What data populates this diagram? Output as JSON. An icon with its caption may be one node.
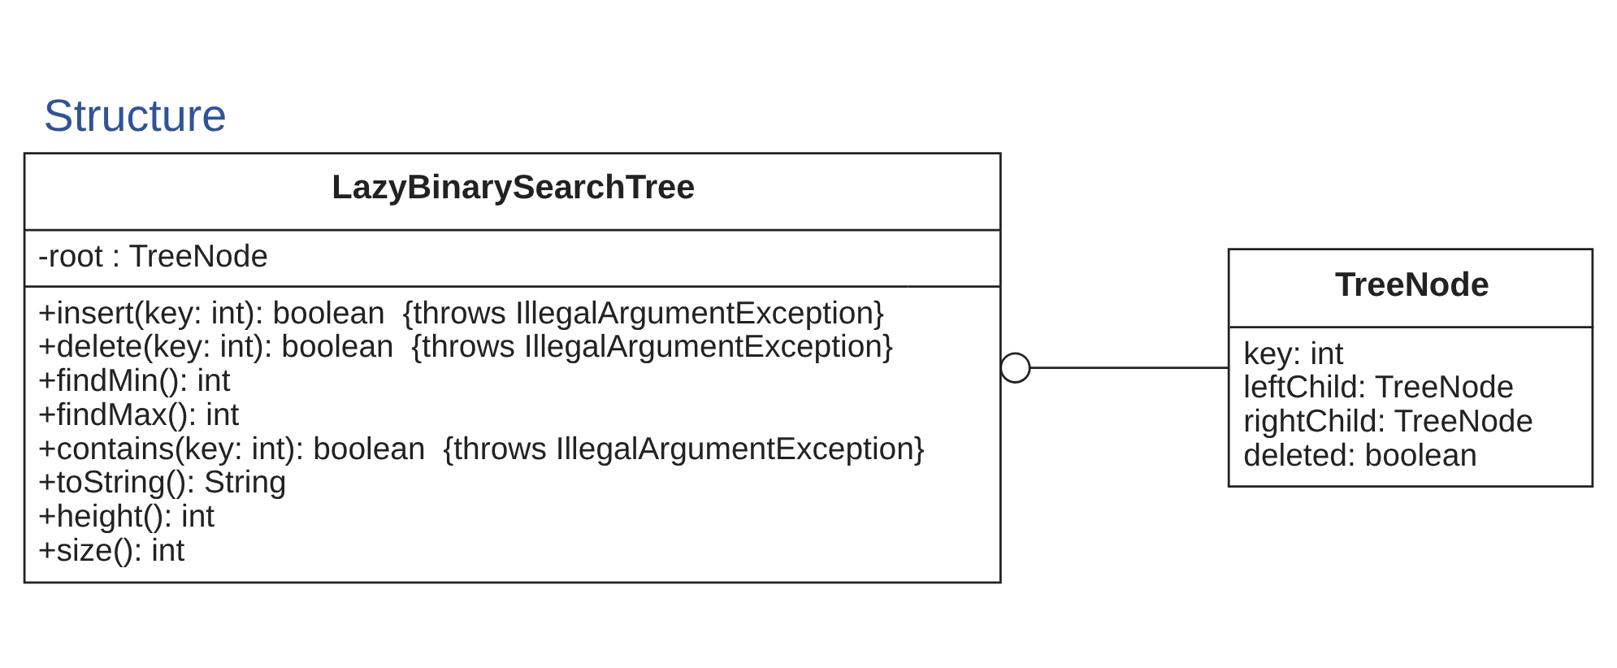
{
  "diagram": {
    "title": "Structure",
    "nodes": [
      {
        "text": [
          "LazyBinarySearchTree",
          "-root : TreeNode",
          "+insert(key: int): boolean  {throws IllegalArgumentException}",
          "+delete(key: int): boolean  {throws IllegalArgumentException}",
          "+findMin(): int",
          "+findMax(): int",
          "+contains(key: int): boolean  {throws IllegalArgumentException}",
          "+toString(): String",
          "+height(): int",
          "+size(): int"
        ]
      },
      {
        "text": [
          "TreeNode",
          "key: int",
          "leftChild: TreeNode",
          "rightChild: TreeNode",
          "deleted: boolean"
        ]
      }
    ],
    "edges": [
      {
        "from": 0,
        "to": 1,
        "arrow": "other"
      }
    ]
  }
}
